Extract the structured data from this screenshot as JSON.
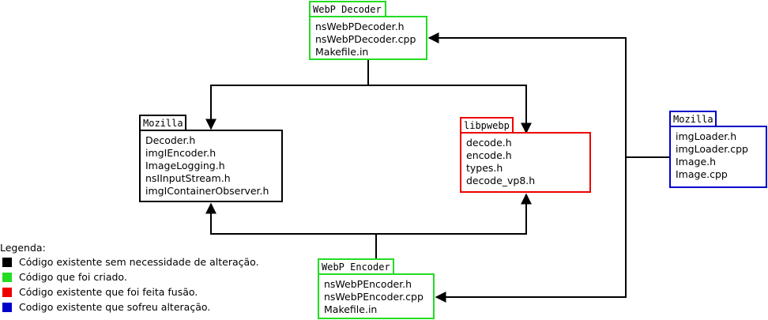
{
  "modules": {
    "webp_decoder": {
      "title": "WebP Decoder",
      "files": [
        "nsWebPDecoder.h",
        "nsWebPDecoder.cpp",
        "Makefile.in"
      ],
      "status": "created"
    },
    "mozilla_left": {
      "title": "Mozilla",
      "files": [
        "Decoder.h",
        "imgIEncoder.h",
        "ImageLogging.h",
        "nsIInputStream.h",
        "imgIContainerObserver.h"
      ],
      "status": "unchanged"
    },
    "libpwebp": {
      "title": "libpwebp",
      "files": [
        "decode.h",
        "encode.h",
        "types.h",
        "decode_vp8.h"
      ],
      "status": "merged"
    },
    "mozilla_right": {
      "title": "Mozilla",
      "files": [
        "imgLoader.h",
        "imgLoader.cpp",
        "Image.h",
        "Image.cpp"
      ],
      "status": "modified"
    },
    "webp_encoder": {
      "title": "WebP Encoder",
      "files": [
        "nsWebPEncoder.h",
        "nsWebPEncoder.cpp",
        "Makefile.in"
      ],
      "status": "created"
    }
  },
  "connections": [
    {
      "from": "webp_decoder",
      "to": "mozilla_left"
    },
    {
      "from": "webp_decoder",
      "to": "libpwebp"
    },
    {
      "from": "webp_encoder",
      "to": "mozilla_left"
    },
    {
      "from": "webp_encoder",
      "to": "libpwebp"
    },
    {
      "from": "mozilla_right",
      "to": "webp_decoder"
    },
    {
      "from": "mozilla_right",
      "to": "webp_encoder"
    }
  ],
  "legend": {
    "title": "Legenda:",
    "items": [
      {
        "color": "#000000",
        "label": "Código existente sem necessidade de alteração."
      },
      {
        "color": "#22dd22",
        "label": "Código que foi criado."
      },
      {
        "color": "#ee0000",
        "label": "Código existente que foi feita fusão."
      },
      {
        "color": "#0000cc",
        "label": "Codigo existente que sofreu alteração."
      }
    ]
  }
}
